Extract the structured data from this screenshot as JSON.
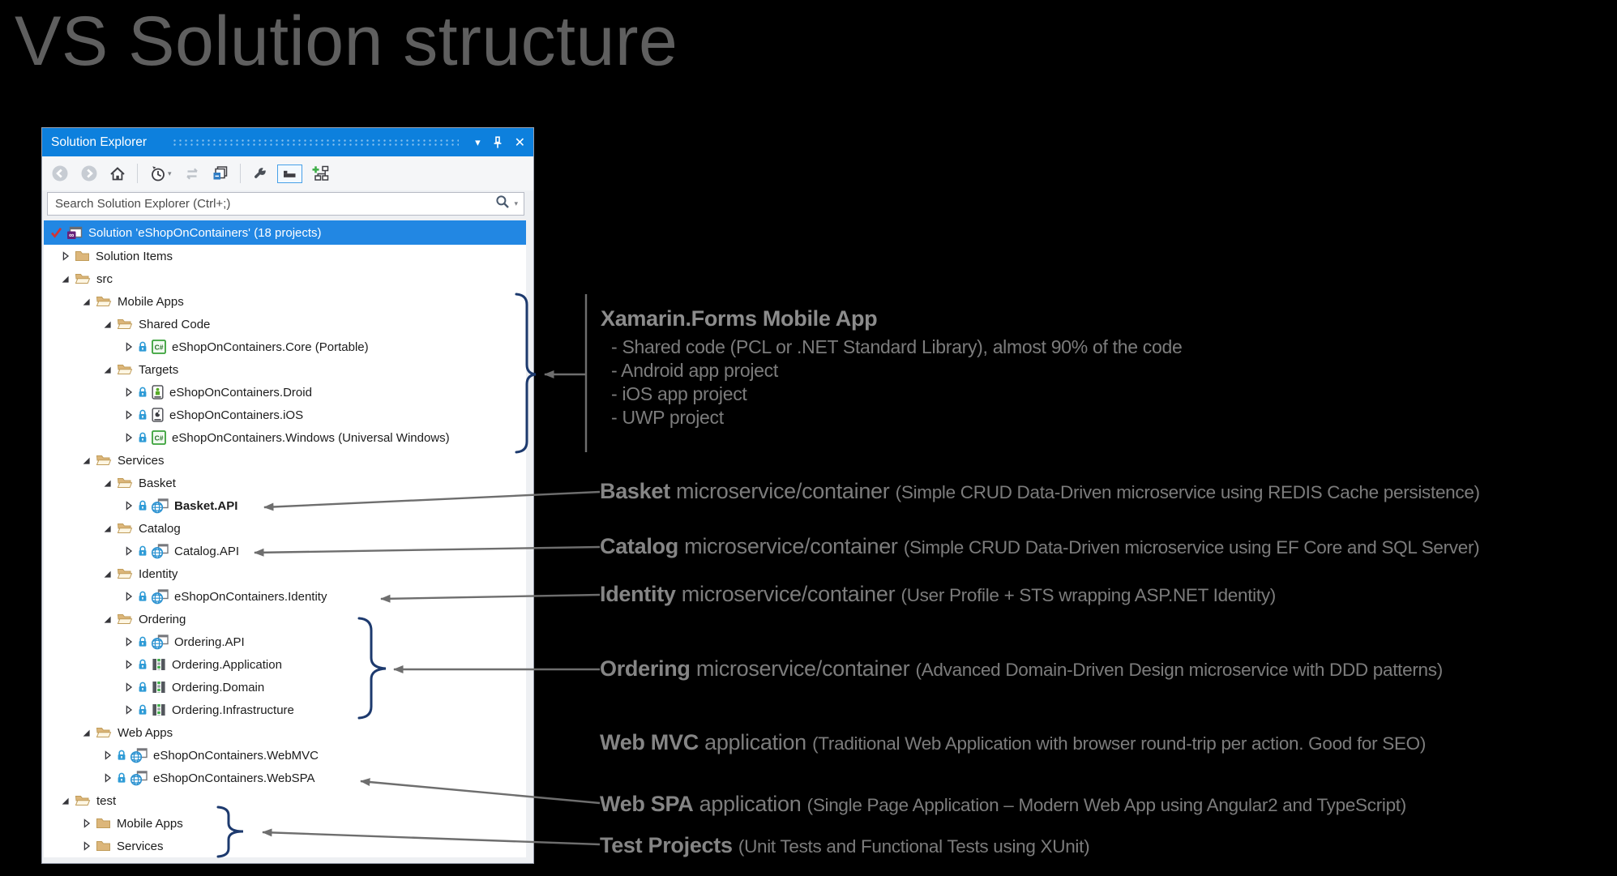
{
  "page_title": "VS Solution structure",
  "colors": {
    "titlebar_blue": "#0d80dd",
    "selection_blue": "#2287e3",
    "folder_tan": "#dcb67a",
    "bracket_navy": "#1d3a6e",
    "arrow_gray": "#6e6e6e",
    "annotation_gray": "#7c7c7c",
    "title_gray": "#5f5f5f",
    "lock_blue": "#2e9bd6",
    "globe_blue": "#2a91d0",
    "csharp_green": "#3aa23a",
    "android_green": "#57ab27",
    "vs_purple": "#68217a",
    "check_red": "#d23334"
  },
  "solution_explorer": {
    "title": "Solution Explorer",
    "titlebar_icons": {
      "chevron": "▾",
      "pin": "pin",
      "close": "✕"
    },
    "toolbar": [
      "back",
      "forward",
      "home",
      "sep",
      "history",
      "sync",
      "collapse-all",
      "sep",
      "properties",
      "preview-selected-items",
      "sync-with-active-document"
    ],
    "search_placeholder": "Search Solution Explorer (Ctrl+;)",
    "tree": [
      {
        "label": "Solution 'eShopOnContainers' (18 projects)",
        "icon": "solution",
        "level": 0,
        "selected": true,
        "check": true
      },
      {
        "label": "Solution Items",
        "icon": "folder-closed",
        "level": 1,
        "expander": "collapsed"
      },
      {
        "label": "src",
        "icon": "folder-open",
        "level": 1,
        "expander": "expanded"
      },
      {
        "label": "Mobile Apps",
        "icon": "folder-open",
        "level": 2,
        "expander": "expanded"
      },
      {
        "label": "Shared Code",
        "icon": "folder-open",
        "level": 3,
        "expander": "expanded"
      },
      {
        "label": "eShopOnContainers.Core (Portable)",
        "icon": "csharp",
        "level": 4,
        "expander": "collapsed",
        "lock": true
      },
      {
        "label": "Targets",
        "icon": "folder-open",
        "level": 3,
        "expander": "expanded"
      },
      {
        "label": "eShopOnContainers.Droid",
        "icon": "android",
        "level": 4,
        "expander": "collapsed",
        "lock": true
      },
      {
        "label": "eShopOnContainers.iOS",
        "icon": "ios",
        "level": 4,
        "expander": "collapsed",
        "lock": true
      },
      {
        "label": "eShopOnContainers.Windows (Universal Windows)",
        "icon": "csharp",
        "level": 4,
        "expander": "collapsed",
        "lock": true
      },
      {
        "label": "Services",
        "icon": "folder-open",
        "level": 2,
        "expander": "expanded"
      },
      {
        "label": "Basket",
        "icon": "folder-open",
        "level": 3,
        "expander": "expanded"
      },
      {
        "label": "Basket.API",
        "icon": "web",
        "level": 4,
        "expander": "collapsed",
        "lock": true,
        "bold": true
      },
      {
        "label": "Catalog",
        "icon": "folder-open",
        "level": 3,
        "expander": "expanded"
      },
      {
        "label": "Catalog.API",
        "icon": "web",
        "level": 4,
        "expander": "collapsed",
        "lock": true
      },
      {
        "label": "Identity",
        "icon": "folder-open",
        "level": 3,
        "expander": "expanded"
      },
      {
        "label": "eShopOnContainers.Identity",
        "icon": "web",
        "level": 4,
        "expander": "collapsed",
        "lock": true
      },
      {
        "label": "Ordering",
        "icon": "folder-open",
        "level": 3,
        "expander": "expanded"
      },
      {
        "label": "Ordering.API",
        "icon": "web",
        "level": 4,
        "expander": "collapsed",
        "lock": true
      },
      {
        "label": "Ordering.Application",
        "icon": "library",
        "level": 4,
        "expander": "collapsed",
        "lock": true
      },
      {
        "label": "Ordering.Domain",
        "icon": "library",
        "level": 4,
        "expander": "collapsed",
        "lock": true
      },
      {
        "label": "Ordering.Infrastructure",
        "icon": "library",
        "level": 4,
        "expander": "collapsed",
        "lock": true
      },
      {
        "label": "Web Apps",
        "icon": "folder-open",
        "level": 2,
        "expander": "expanded"
      },
      {
        "label": "eShopOnContainers.WebMVC",
        "icon": "web",
        "level": 3,
        "expander": "collapsed",
        "lock": true
      },
      {
        "label": "eShopOnContainers.WebSPA",
        "icon": "web",
        "level": 3,
        "expander": "collapsed",
        "lock": true
      },
      {
        "label": "test",
        "icon": "folder-open",
        "level": 1,
        "expander": "expanded"
      },
      {
        "label": "Mobile Apps",
        "icon": "folder-closed",
        "level": 2,
        "expander": "collapsed"
      },
      {
        "label": "Services",
        "icon": "folder-closed",
        "level": 2,
        "expander": "collapsed"
      }
    ]
  },
  "annotations": {
    "xamarin": {
      "title": "Xamarin.Forms Mobile App",
      "items": [
        "- Shared code (PCL or .NET Standard Library), almost 90% of the code",
        "- Android app project",
        "- iOS app project",
        "- UWP project"
      ]
    },
    "captions": [
      {
        "bold": "Basket",
        "mid": " microservice/container ",
        "paren": "(Simple CRUD Data-Driven microservice using REDIS Cache persistence)"
      },
      {
        "bold": "Catalog",
        "mid": " microservice/container ",
        "paren": "(Simple CRUD Data-Driven microservice using EF Core and SQL Server)"
      },
      {
        "bold": "Identity",
        "mid": " microservice/container ",
        "paren": "(User Profile + STS wrapping ASP.NET Identity)"
      },
      {
        "bold": "Ordering",
        "mid": " microservice/container ",
        "paren": "(Advanced Domain-Driven Design microservice with DDD patterns)"
      },
      {
        "bold": "Web MVC",
        "mid": " application ",
        "paren": "(Traditional Web Application with browser round-trip per action. Good for SEO)"
      },
      {
        "bold": "Web SPA",
        "mid": " application ",
        "paren": "(Single Page Application – Modern Web App using Angular2 and TypeScript)"
      },
      {
        "bold": "Test Projects",
        "mid": " ",
        "paren": "(Unit Tests and Functional Tests using XUnit)"
      }
    ]
  }
}
